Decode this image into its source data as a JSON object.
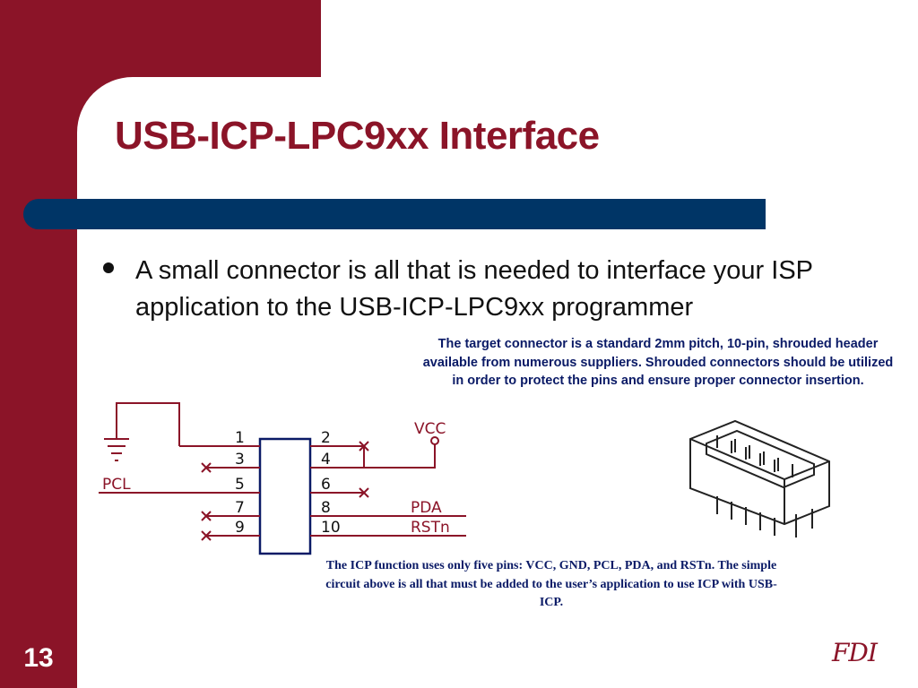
{
  "slide": {
    "title": "USB-ICP-LPC9xx Interface",
    "bullet": "A small connector is all that is needed to interface your ISP application to the USB-ICP-LPC9xx programmer",
    "caption_right": "The target connector is a standard 2mm pitch, 10-pin, shrouded header available from numerous suppliers.  Shrouded connectors should be utilized in order to protect the pins and ensure proper connector insertion.",
    "caption_bottom": "The ICP function uses only five pins: VCC, GND, PCL, PDA, and RSTn.  The simple circuit above is all that must be added to the user’s application to use ICP with USB-ICP.",
    "page_number": "13",
    "logo_text": "FDI"
  },
  "schematic": {
    "vcc_label": "VCC",
    "pcl_label": "PCL",
    "pda_label": "PDA",
    "rstn_label": "RSTn",
    "left_pins": [
      "1",
      "3",
      "5",
      "7",
      "9"
    ],
    "right_pins": [
      "2",
      "4",
      "6",
      "8",
      "10"
    ]
  },
  "colors": {
    "maroon": "#8b1428",
    "navy_bar": "#003566",
    "caption_blue": "#0a1a66"
  },
  "icons": {
    "bullet": "filled-circle",
    "ground": "ground-symbol",
    "no_connect": "x-mark"
  }
}
